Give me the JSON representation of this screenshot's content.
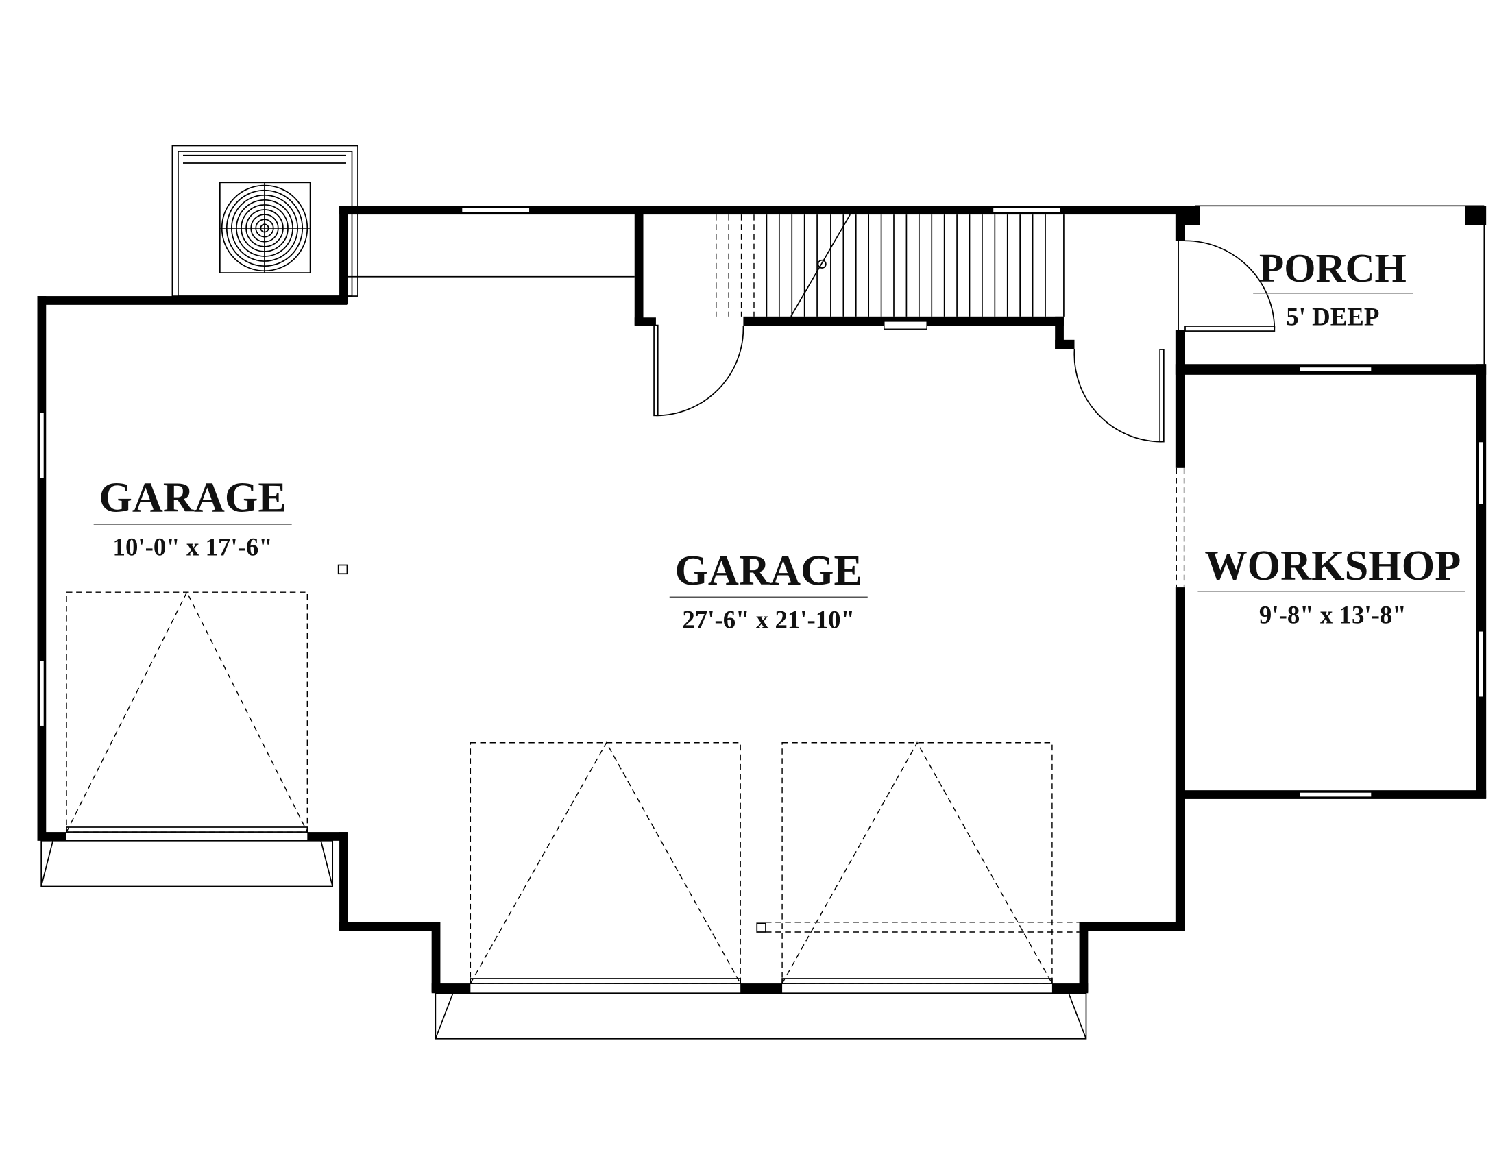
{
  "rooms": {
    "garage_left": {
      "name": "GARAGE",
      "size": "10'-0\" x 17'-6\""
    },
    "garage_main": {
      "name": "GARAGE",
      "size": "27'-6\" x 21'-10\""
    },
    "porch": {
      "name": "PORCH",
      "size": "5' DEEP"
    },
    "workshop": {
      "name": "WORKSHOP",
      "size": "9'-8\" x 13'-8\""
    }
  },
  "colors": {
    "wall": "#000000",
    "background": "#ffffff"
  }
}
